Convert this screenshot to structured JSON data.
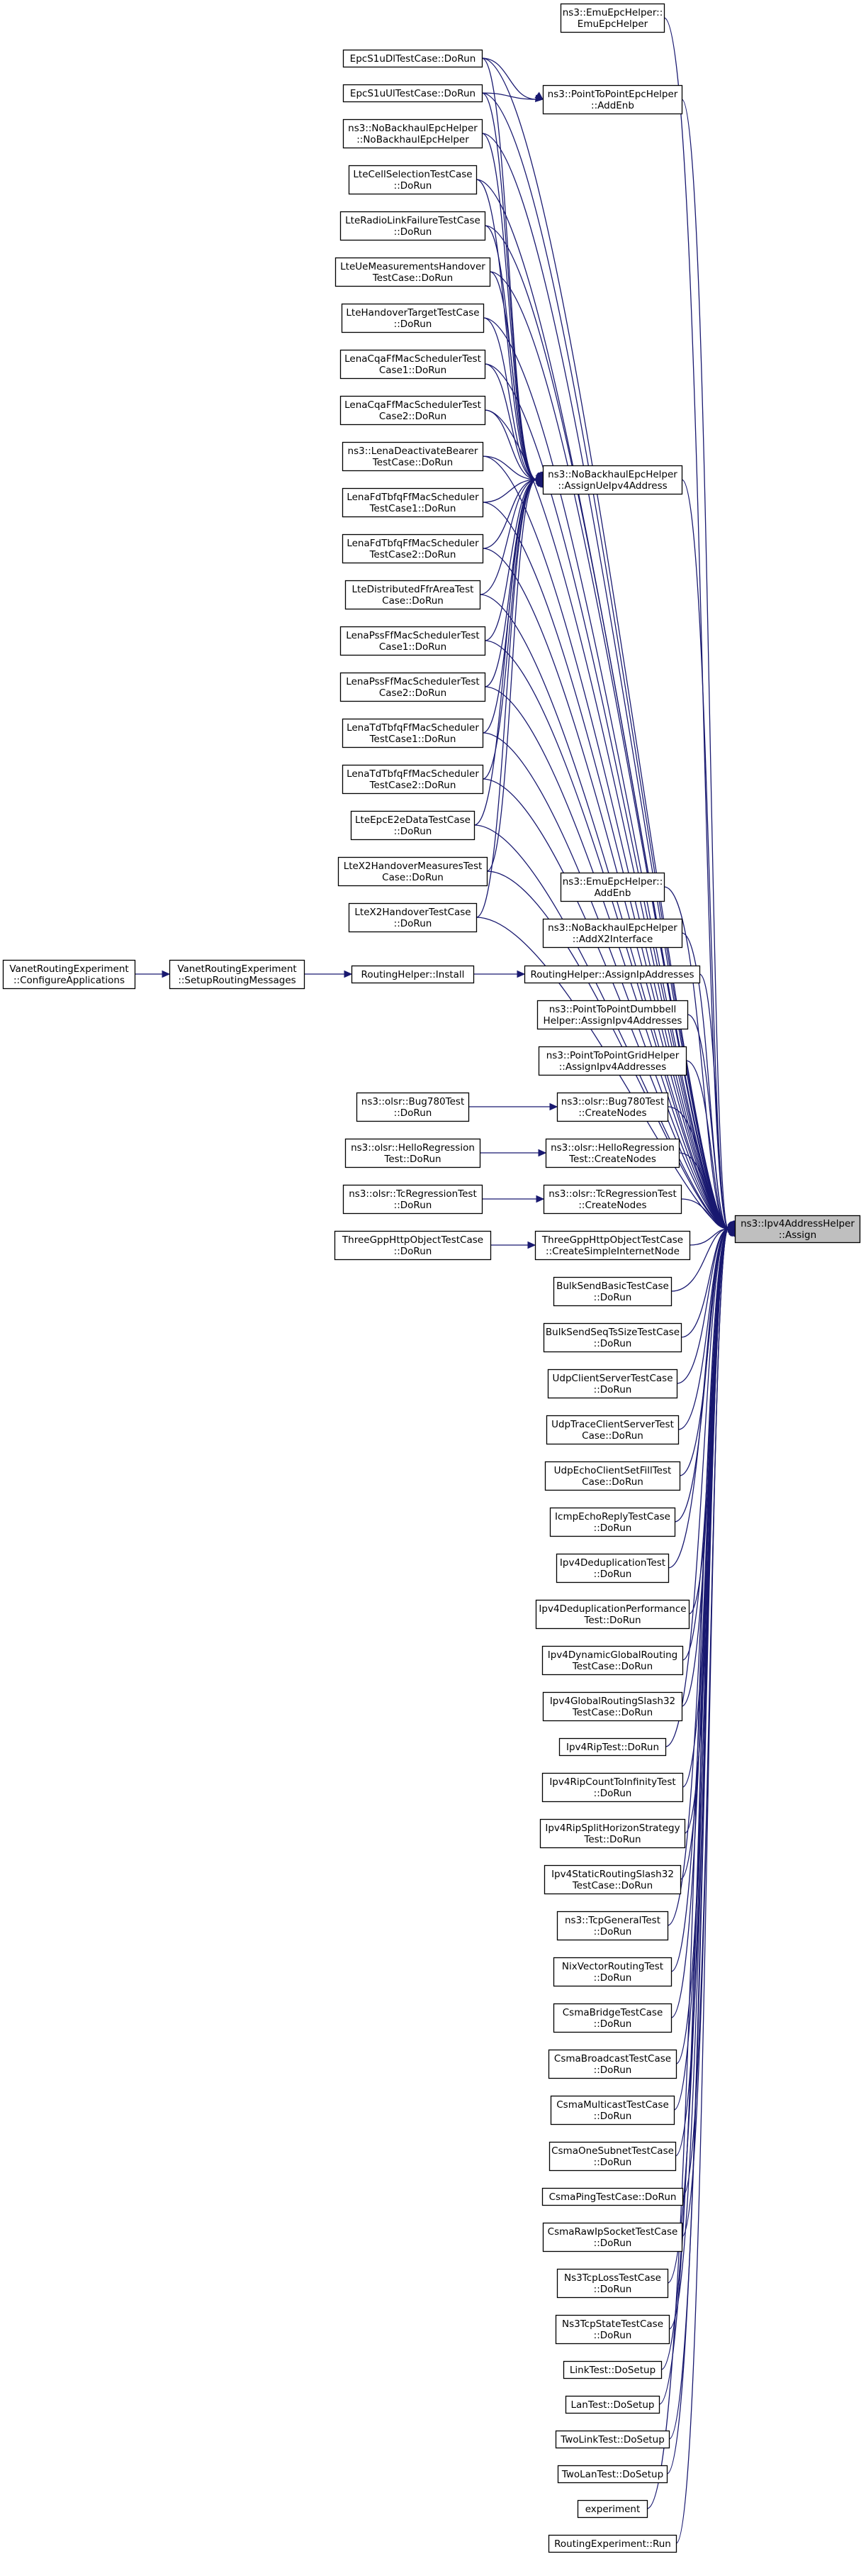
{
  "root": {
    "id": "root",
    "lines": [
      "ns3::Ipv4AddressHelper",
      "::Assign"
    ]
  },
  "nodes": [
    {
      "id": "emu_helper",
      "lines": [
        "ns3::EmuEpcHelper::",
        "EmuEpcHelper"
      ]
    },
    {
      "id": "p2p_addenb",
      "lines": [
        "ns3::PointToPointEpcHelper",
        "::AddEnb"
      ]
    },
    {
      "id": "nobackhaul_assign",
      "lines": [
        "ns3::NoBackhaulEpcHelper",
        "::AssignUeIpv4Address"
      ]
    },
    {
      "id": "emu_addenb",
      "lines": [
        "ns3::EmuEpcHelper::",
        "AddEnb"
      ]
    },
    {
      "id": "nobackhaul_x2",
      "lines": [
        "ns3::NoBackhaulEpcHelper",
        "::AddX2Interface"
      ]
    },
    {
      "id": "routinghelper_assignip",
      "lines": [
        "RoutingHelper::AssignIpAddresses"
      ]
    },
    {
      "id": "dumbbell",
      "lines": [
        "ns3::PointToPointDumbbell",
        "Helper::AssignIpv4Addresses"
      ]
    },
    {
      "id": "grid",
      "lines": [
        "ns3::PointToPointGridHelper",
        "::AssignIpv4Addresses"
      ]
    },
    {
      "id": "olsr_bug780_create",
      "lines": [
        "ns3::olsr::Bug780Test",
        "::CreateNodes"
      ]
    },
    {
      "id": "olsr_hello_create",
      "lines": [
        "ns3::olsr::HelloRegression",
        "Test::CreateNodes"
      ]
    },
    {
      "id": "olsr_tc_create",
      "lines": [
        "ns3::olsr::TcRegressionTest",
        "::CreateNodes"
      ]
    },
    {
      "id": "threegpp_create",
      "lines": [
        "ThreeGppHttpObjectTestCase",
        "::CreateSimpleInternetNode"
      ]
    },
    {
      "id": "bulksend_basic",
      "lines": [
        "BulkSendBasicTestCase",
        "::DoRun"
      ]
    },
    {
      "id": "bulksend_seq",
      "lines": [
        "BulkSendSeqTsSizeTestCase",
        "::DoRun"
      ]
    },
    {
      "id": "udp_cs",
      "lines": [
        "UdpClientServerTestCase",
        "::DoRun"
      ]
    },
    {
      "id": "udp_trace",
      "lines": [
        "UdpTraceClientServerTest",
        "Case::DoRun"
      ]
    },
    {
      "id": "udp_echo",
      "lines": [
        "UdpEchoClientSetFillTest",
        "Case::DoRun"
      ]
    },
    {
      "id": "icmp_echo",
      "lines": [
        "IcmpEchoReplyTestCase",
        "::DoRun"
      ]
    },
    {
      "id": "ipv4_dedup",
      "lines": [
        "Ipv4DeduplicationTest",
        "::DoRun"
      ]
    },
    {
      "id": "ipv4_dedup_perf",
      "lines": [
        "Ipv4DeduplicationPerformance",
        "Test::DoRun"
      ]
    },
    {
      "id": "ipv4_dyn_global",
      "lines": [
        "Ipv4DynamicGlobalRouting",
        "TestCase::DoRun"
      ]
    },
    {
      "id": "ipv4_global_slash32",
      "lines": [
        "Ipv4GlobalRoutingSlash32",
        "TestCase::DoRun"
      ]
    },
    {
      "id": "ipv4_rip",
      "lines": [
        "Ipv4RipTest::DoRun"
      ]
    },
    {
      "id": "ipv4_rip_count",
      "lines": [
        "Ipv4RipCountToInfinityTest",
        "::DoRun"
      ]
    },
    {
      "id": "ipv4_rip_split",
      "lines": [
        "Ipv4RipSplitHorizonStrategy",
        "Test::DoRun"
      ]
    },
    {
      "id": "ipv4_static_slash32",
      "lines": [
        "Ipv4StaticRoutingSlash32",
        "TestCase::DoRun"
      ]
    },
    {
      "id": "tcp_general",
      "lines": [
        "ns3::TcpGeneralTest",
        "::DoRun"
      ]
    },
    {
      "id": "nix_vector",
      "lines": [
        "NixVectorRoutingTest",
        "::DoRun"
      ]
    },
    {
      "id": "csma_bridge",
      "lines": [
        "CsmaBridgeTestCase",
        "::DoRun"
      ]
    },
    {
      "id": "csma_broadcast",
      "lines": [
        "CsmaBroadcastTestCase",
        "::DoRun"
      ]
    },
    {
      "id": "csma_multicast",
      "lines": [
        "CsmaMulticastTestCase",
        "::DoRun"
      ]
    },
    {
      "id": "csma_onesubnet",
      "lines": [
        "CsmaOneSubnetTestCase",
        "::DoRun"
      ]
    },
    {
      "id": "csma_ping",
      "lines": [
        "CsmaPingTestCase::DoRun"
      ]
    },
    {
      "id": "csma_rawip",
      "lines": [
        "CsmaRawIpSocketTestCase",
        "::DoRun"
      ]
    },
    {
      "id": "ns3tcp_loss",
      "lines": [
        "Ns3TcpLossTestCase",
        "::DoRun"
      ]
    },
    {
      "id": "ns3tcp_state",
      "lines": [
        "Ns3TcpStateTestCase",
        "::DoRun"
      ]
    },
    {
      "id": "link_setup",
      "lines": [
        "LinkTest::DoSetup"
      ]
    },
    {
      "id": "lan_setup",
      "lines": [
        "LanTest::DoSetup"
      ]
    },
    {
      "id": "twolink_setup",
      "lines": [
        "TwoLinkTest::DoSetup"
      ]
    },
    {
      "id": "twolan_setup",
      "lines": [
        "TwoLanTest::DoSetup"
      ]
    },
    {
      "id": "experiment",
      "lines": [
        "experiment"
      ]
    },
    {
      "id": "routingexp_run",
      "lines": [
        "RoutingExperiment::Run"
      ]
    },
    {
      "id": "epcs1u_dl",
      "lines": [
        "EpcS1uDlTestCase::DoRun"
      ]
    },
    {
      "id": "epcs1u_ul",
      "lines": [
        "EpcS1uUlTestCase::DoRun"
      ]
    },
    {
      "id": "nobackhaul_ctor",
      "lines": [
        "ns3::NoBackhaulEpcHelper",
        "::NoBackhaulEpcHelper"
      ]
    },
    {
      "id": "lte_cellsel",
      "lines": [
        "LteCellSelectionTestCase",
        "::DoRun"
      ]
    },
    {
      "id": "lte_rlf",
      "lines": [
        "LteRadioLinkFailureTestCase",
        "::DoRun"
      ]
    },
    {
      "id": "lte_ue_meas",
      "lines": [
        "LteUeMeasurementsHandover",
        "TestCase::DoRun"
      ]
    },
    {
      "id": "lte_ho_target",
      "lines": [
        "LteHandoverTargetTestCase",
        "::DoRun"
      ]
    },
    {
      "id": "lena_cqa1",
      "lines": [
        "LenaCqaFfMacSchedulerTest",
        "Case1::DoRun"
      ]
    },
    {
      "id": "lena_cqa2",
      "lines": [
        "LenaCqaFfMacSchedulerTest",
        "Case2::DoRun"
      ]
    },
    {
      "id": "lena_deact",
      "lines": [
        "ns3::LenaDeactivateBearer",
        "TestCase::DoRun"
      ]
    },
    {
      "id": "lena_fdtbfq1",
      "lines": [
        "LenaFdTbfqFfMacScheduler",
        "TestCase1::DoRun"
      ]
    },
    {
      "id": "lena_fdtbfq2",
      "lines": [
        "LenaFdTbfqFfMacScheduler",
        "TestCase2::DoRun"
      ]
    },
    {
      "id": "lte_dist_ffr",
      "lines": [
        "LteDistributedFfrAreaTest",
        "Case::DoRun"
      ]
    },
    {
      "id": "lena_pss1",
      "lines": [
        "LenaPssFfMacSchedulerTest",
        "Case1::DoRun"
      ]
    },
    {
      "id": "lena_pss2",
      "lines": [
        "LenaPssFfMacSchedulerTest",
        "Case2::DoRun"
      ]
    },
    {
      "id": "lena_tdtbfq1",
      "lines": [
        "LenaTdTbfqFfMacScheduler",
        "TestCase1::DoRun"
      ]
    },
    {
      "id": "lena_tdtbfq2",
      "lines": [
        "LenaTdTbfqFfMacScheduler",
        "TestCase2::DoRun"
      ]
    },
    {
      "id": "lte_epc_e2e",
      "lines": [
        "LteEpcE2eDataTestCase",
        "::DoRun"
      ]
    },
    {
      "id": "lte_x2_meas",
      "lines": [
        "LteX2HandoverMeasuresTest",
        "Case::DoRun"
      ]
    },
    {
      "id": "lte_x2_ho",
      "lines": [
        "LteX2HandoverTestCase",
        "::DoRun"
      ]
    },
    {
      "id": "routinghelper_install",
      "lines": [
        "RoutingHelper::Install"
      ]
    },
    {
      "id": "olsr_bug780_run",
      "lines": [
        "ns3::olsr::Bug780Test",
        "::DoRun"
      ]
    },
    {
      "id": "olsr_hello_run",
      "lines": [
        "ns3::olsr::HelloRegression",
        "Test::DoRun"
      ]
    },
    {
      "id": "olsr_tc_run",
      "lines": [
        "ns3::olsr::TcRegressionTest",
        "::DoRun"
      ]
    },
    {
      "id": "threegpp_run",
      "lines": [
        "ThreeGppHttpObjectTestCase",
        "::DoRun"
      ]
    },
    {
      "id": "vanet_setup",
      "lines": [
        "VanetRoutingExperiment",
        "::SetupRoutingMessages"
      ]
    },
    {
      "id": "vanet_config",
      "lines": [
        "VanetRoutingExperiment",
        "::ConfigureApplications"
      ]
    }
  ],
  "edges": [
    [
      "emu_helper",
      "root"
    ],
    [
      "p2p_addenb",
      "root"
    ],
    [
      "nobackhaul_assign",
      "root"
    ],
    [
      "emu_addenb",
      "root"
    ],
    [
      "nobackhaul_x2",
      "root"
    ],
    [
      "routinghelper_assignip",
      "root"
    ],
    [
      "dumbbell",
      "root"
    ],
    [
      "grid",
      "root"
    ],
    [
      "olsr_bug780_create",
      "root"
    ],
    [
      "olsr_hello_create",
      "root"
    ],
    [
      "olsr_tc_create",
      "root"
    ],
    [
      "threegpp_create",
      "root"
    ],
    [
      "bulksend_basic",
      "root"
    ],
    [
      "bulksend_seq",
      "root"
    ],
    [
      "udp_cs",
      "root"
    ],
    [
      "udp_trace",
      "root"
    ],
    [
      "udp_echo",
      "root"
    ],
    [
      "icmp_echo",
      "root"
    ],
    [
      "ipv4_dedup",
      "root"
    ],
    [
      "ipv4_dedup_perf",
      "root"
    ],
    [
      "ipv4_dyn_global",
      "root"
    ],
    [
      "ipv4_global_slash32",
      "root"
    ],
    [
      "ipv4_rip",
      "root"
    ],
    [
      "ipv4_rip_count",
      "root"
    ],
    [
      "ipv4_rip_split",
      "root"
    ],
    [
      "ipv4_static_slash32",
      "root"
    ],
    [
      "tcp_general",
      "root"
    ],
    [
      "nix_vector",
      "root"
    ],
    [
      "csma_bridge",
      "root"
    ],
    [
      "csma_broadcast",
      "root"
    ],
    [
      "csma_multicast",
      "root"
    ],
    [
      "csma_onesubnet",
      "root"
    ],
    [
      "csma_ping",
      "root"
    ],
    [
      "csma_rawip",
      "root"
    ],
    [
      "ns3tcp_loss",
      "root"
    ],
    [
      "ns3tcp_state",
      "root"
    ],
    [
      "link_setup",
      "root"
    ],
    [
      "lan_setup",
      "root"
    ],
    [
      "twolink_setup",
      "root"
    ],
    [
      "twolan_setup",
      "root"
    ],
    [
      "experiment",
      "root"
    ],
    [
      "routingexp_run",
      "root"
    ],
    [
      "epcs1u_dl",
      "root"
    ],
    [
      "epcs1u_ul",
      "root"
    ],
    [
      "nobackhaul_ctor",
      "root"
    ],
    [
      "lte_cellsel",
      "root"
    ],
    [
      "lte_rlf",
      "root"
    ],
    [
      "lte_ue_meas",
      "root"
    ],
    [
      "lte_ho_target",
      "root"
    ],
    [
      "lena_cqa1",
      "root"
    ],
    [
      "lena_cqa2",
      "root"
    ],
    [
      "lena_deact",
      "root"
    ],
    [
      "lena_fdtbfq1",
      "root"
    ],
    [
      "lena_fdtbfq2",
      "root"
    ],
    [
      "lte_dist_ffr",
      "root"
    ],
    [
      "lena_pss1",
      "root"
    ],
    [
      "lena_pss2",
      "root"
    ],
    [
      "lena_tdtbfq1",
      "root"
    ],
    [
      "lena_tdtbfq2",
      "root"
    ],
    [
      "lte_epc_e2e",
      "root"
    ],
    [
      "lte_x2_meas",
      "root"
    ],
    [
      "lte_x2_ho",
      "root"
    ],
    [
      "epcs1u_dl",
      "p2p_addenb"
    ],
    [
      "epcs1u_ul",
      "p2p_addenb"
    ],
    [
      "epcs1u_dl",
      "nobackhaul_assign"
    ],
    [
      "epcs1u_ul",
      "nobackhaul_assign"
    ],
    [
      "nobackhaul_ctor",
      "nobackhaul_assign"
    ],
    [
      "lte_cellsel",
      "nobackhaul_assign"
    ],
    [
      "lte_rlf",
      "nobackhaul_assign"
    ],
    [
      "lte_ue_meas",
      "nobackhaul_assign"
    ],
    [
      "lte_ho_target",
      "nobackhaul_assign"
    ],
    [
      "lena_cqa1",
      "nobackhaul_assign"
    ],
    [
      "lena_cqa2",
      "nobackhaul_assign"
    ],
    [
      "lena_deact",
      "nobackhaul_assign"
    ],
    [
      "lena_fdtbfq1",
      "nobackhaul_assign"
    ],
    [
      "lena_fdtbfq2",
      "nobackhaul_assign"
    ],
    [
      "lte_dist_ffr",
      "nobackhaul_assign"
    ],
    [
      "lena_pss1",
      "nobackhaul_assign"
    ],
    [
      "lena_pss2",
      "nobackhaul_assign"
    ],
    [
      "lena_tdtbfq1",
      "nobackhaul_assign"
    ],
    [
      "lena_tdtbfq2",
      "nobackhaul_assign"
    ],
    [
      "lte_epc_e2e",
      "nobackhaul_assign"
    ],
    [
      "lte_x2_meas",
      "nobackhaul_assign"
    ],
    [
      "lte_x2_ho",
      "nobackhaul_assign"
    ],
    [
      "routinghelper_install",
      "routinghelper_assignip"
    ],
    [
      "vanet_setup",
      "routinghelper_install"
    ],
    [
      "vanet_config",
      "vanet_setup"
    ],
    [
      "olsr_bug780_run",
      "olsr_bug780_create"
    ],
    [
      "olsr_hello_run",
      "olsr_hello_create"
    ],
    [
      "olsr_tc_run",
      "olsr_tc_create"
    ],
    [
      "threegpp_run",
      "threegpp_create"
    ]
  ],
  "colors": {
    "edge": "#191970",
    "root_fill": "#bfbfbf",
    "node_fill": "#ffffff",
    "border": "#000000"
  }
}
